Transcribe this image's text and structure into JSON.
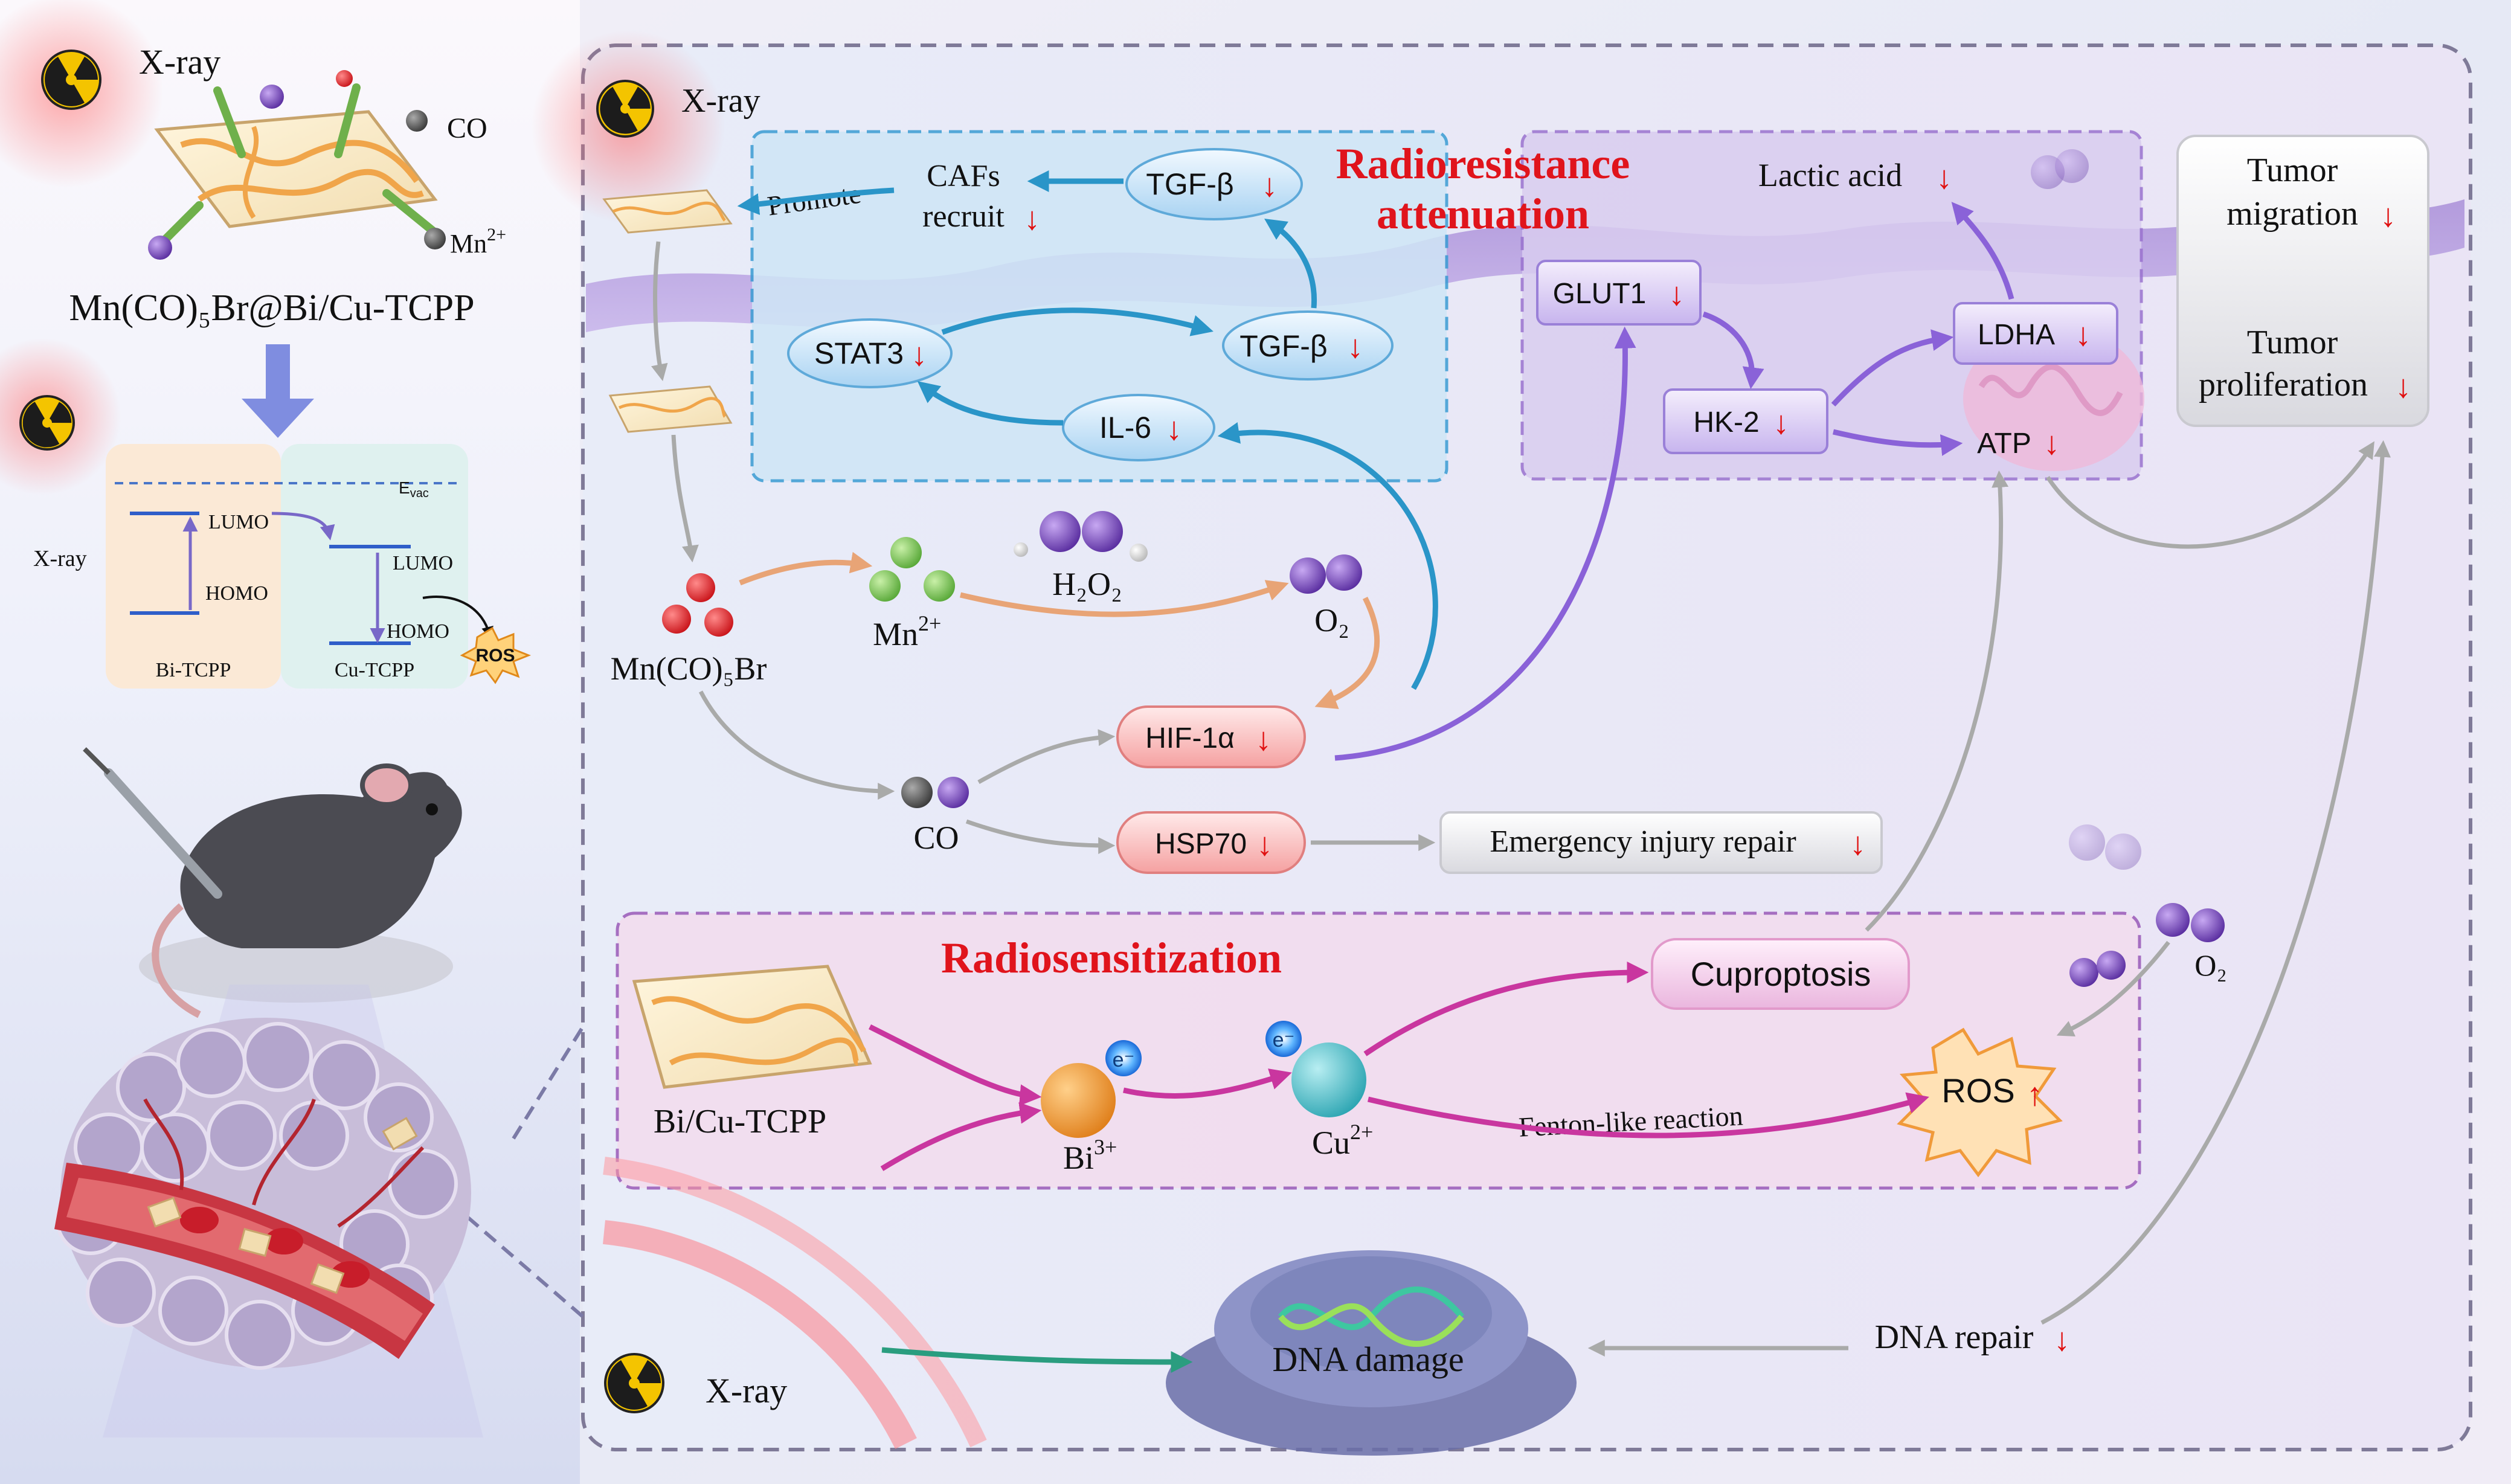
{
  "left_panel": {
    "xray_top": "X-ray",
    "co_label": "CO",
    "mn_label": "Mn",
    "mn_sup": "2+",
    "compound_title": "Mn(CO)₅Br@Bi/Cu-TCPP",
    "band": {
      "xray": "X-ray",
      "evac": "E",
      "evac_sub": "vac",
      "lumo_left": "LUMO",
      "homo_left": "HOMO",
      "lumo_right": "LUMO",
      "homo_right": "HOMO",
      "bi_tcpp": "Bi-TCPP",
      "cu_tcpp": "Cu-TCPP",
      "ros": "ROS"
    }
  },
  "main": {
    "xray_top": "X-ray",
    "xray_bottom": "X-ray",
    "promote": "Promote",
    "cafs_line1": "CAFs",
    "cafs_line2": "recruit",
    "tgf_top": "TGF-β",
    "stat3": "STAT3",
    "tgf_mid": "TGF-β",
    "il6": "IL-6",
    "radioresistance_line1": "Radioresistance",
    "radioresistance_line2": "attenuation",
    "lactic": "Lactic acid",
    "glut1": "GLUT1",
    "ldha": "LDHA",
    "hk2": "HK-2",
    "atp": "ATP",
    "tumor_mig_1": "Tumor",
    "tumor_mig_2": "migration",
    "tumor_pro_1": "Tumor",
    "tumor_pro_2": "proliferation",
    "mnco": "Mn(CO)₅Br",
    "mn2": "Mn",
    "mn2_sup": "2+",
    "h2o2": "H₂O₂",
    "o2": "O₂",
    "hif": "HIF-1α",
    "co": "CO",
    "hsp70": "HSP70",
    "emergency": "Emergency injury repair",
    "radiosensitization": "Radiosensitization",
    "cuproptosis": "Cuproptosis",
    "o2_right": "O₂",
    "bicu": "Bi/Cu-TCPP",
    "bi3": "Bi",
    "bi3_sup": "3+",
    "cu2": "Cu",
    "cu2_sup": "2+",
    "electron": "e⁻",
    "fenton": "Fenton-like reaction",
    "ros": "ROS",
    "dna_damage": "DNA damage",
    "dna_repair": "DNA repair",
    "arrow_down": "↓",
    "arrow_up": "↑"
  },
  "colors": {
    "radio_title": "#e0141c",
    "blue_box": "#cfe6f6",
    "purple_box": "#d9cdf0",
    "pink_box": "#f3dcee",
    "arrow_orange": "#e8a476",
    "arrow_blue": "#2a95c8",
    "arrow_purple": "#8a62d8",
    "arrow_magenta": "#c9369f",
    "arrow_gray": "#a9aaa9",
    "arrow_teal": "#2a9d7f"
  }
}
